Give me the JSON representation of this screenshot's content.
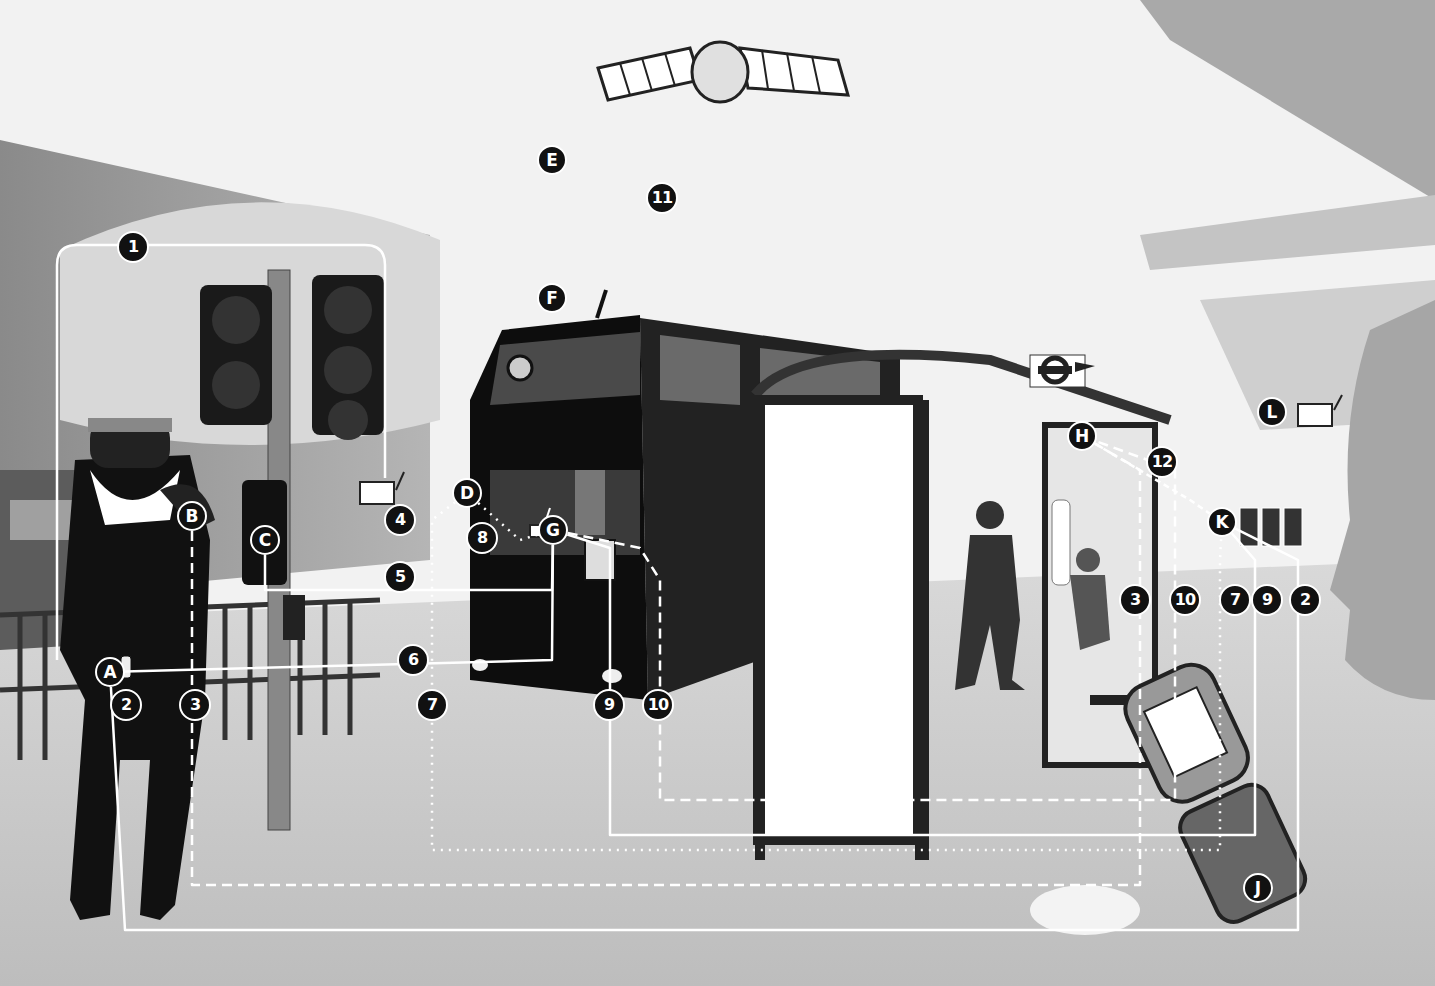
{
  "diagram": {
    "nodes": [
      {
        "text": [
          "A"
        ]
      },
      {
        "text": [
          "B"
        ]
      },
      {
        "text": [
          "C"
        ]
      },
      {
        "text": [
          "D"
        ]
      },
      {
        "text": [
          "E"
        ]
      },
      {
        "text": [
          "F"
        ]
      },
      {
        "text": [
          "G"
        ]
      },
      {
        "text": [
          "H"
        ]
      },
      {
        "text": [
          "J"
        ]
      },
      {
        "text": [
          "K"
        ]
      },
      {
        "text": [
          "L"
        ]
      }
    ],
    "edges": [
      {
        "from": 0,
        "to": 9,
        "arrow": "none"
      },
      {
        "from": 1,
        "to": 7,
        "arrow": "none"
      },
      {
        "from": 2,
        "to": 6,
        "arrow": "none"
      },
      {
        "from": 0,
        "to": 6,
        "arrow": "none"
      },
      {
        "from": 3,
        "to": 9,
        "arrow": "none"
      },
      {
        "from": 3,
        "to": 6,
        "arrow": "none"
      },
      {
        "from": 6,
        "to": 9,
        "arrow": "none"
      },
      {
        "from": 6,
        "to": 7,
        "arrow": "none"
      },
      {
        "from": 7,
        "to": 9,
        "arrow": "none"
      }
    ],
    "labels": [
      "1",
      "2",
      "3",
      "4",
      "5",
      "6",
      "7",
      "8",
      "9",
      "10",
      "11",
      "12",
      "3",
      "10",
      "7",
      "9",
      "2"
    ]
  }
}
